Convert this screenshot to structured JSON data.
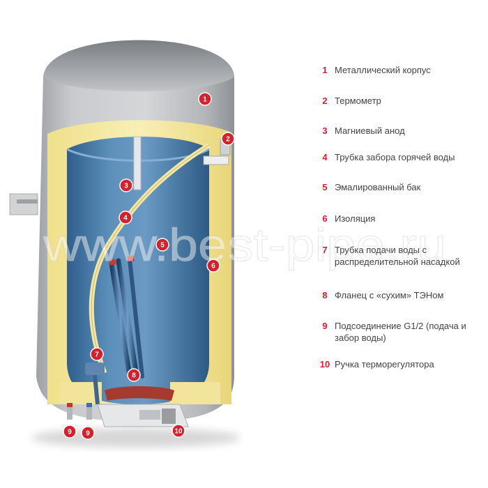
{
  "watermark": "www.best-pipe.ru",
  "colors": {
    "accent_red": "#d6202c",
    "casing_grey": "#bfc1c4",
    "tank_blue": "#4f82ad",
    "insulation_yellow": "#f3e69c",
    "legend_text": "#444444"
  },
  "markers": [
    {
      "num": "1"
    },
    {
      "num": "2"
    },
    {
      "num": "3"
    },
    {
      "num": "4"
    },
    {
      "num": "5"
    },
    {
      "num": "6"
    },
    {
      "num": "7"
    },
    {
      "num": "8"
    },
    {
      "num": "9"
    },
    {
      "num": "9"
    },
    {
      "num": "10"
    }
  ],
  "legend": [
    {
      "num": "1",
      "text": "Металлический корпус"
    },
    {
      "num": "2",
      "text": "Термометр"
    },
    {
      "num": "3",
      "text": "Магниевый анод"
    },
    {
      "num": "4",
      "text": "Трубка забора горячей воды"
    },
    {
      "num": "5",
      "text": "Эмалированный бак"
    },
    {
      "num": "6",
      "text": "Изоляция"
    },
    {
      "num": "7",
      "text": "Трубка подачи воды с распределительной насадкой"
    },
    {
      "num": "8",
      "text": "Фланец с «сухим» ТЭНом"
    },
    {
      "num": "9",
      "text": "Подсоединение G1/2 (подача и забор воды)"
    },
    {
      "num": "10",
      "text": "Ручка терморегулятора"
    }
  ]
}
